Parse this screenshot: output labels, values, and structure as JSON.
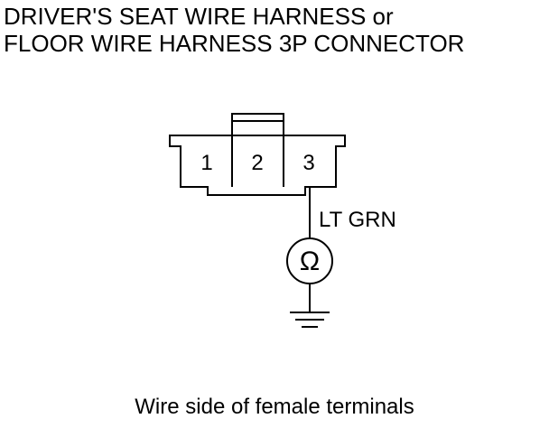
{
  "title": {
    "line1": "DRIVER'S SEAT WIRE HARNESS or",
    "line2": "FLOOR WIRE HARNESS 3P CONNECTOR"
  },
  "connector": {
    "pins": [
      {
        "label": "1"
      },
      {
        "label": "2"
      },
      {
        "label": "3"
      }
    ]
  },
  "wire": {
    "color_label": "LT GRN",
    "meter_symbol": "Ω"
  },
  "caption": "Wire side of female terminals",
  "colors": {
    "line": "#000000",
    "background": "#ffffff"
  }
}
